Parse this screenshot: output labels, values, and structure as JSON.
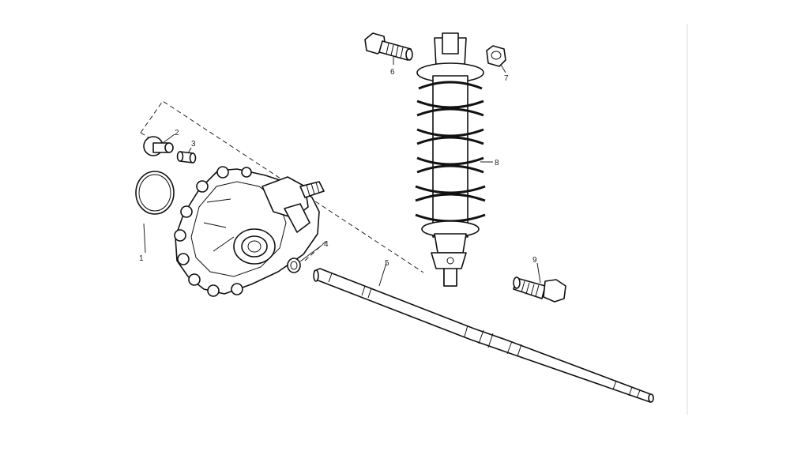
{
  "diagram": {
    "colors": {
      "line": "#111111",
      "background": "#ffffff",
      "page_edge": "#f0f0f0"
    },
    "callouts": [
      {
        "id": "1",
        "text": "1"
      },
      {
        "id": "2",
        "text": "2"
      },
      {
        "id": "3",
        "text": "3"
      },
      {
        "id": "4",
        "text": "4"
      },
      {
        "id": "5",
        "text": "5"
      },
      {
        "id": "6",
        "text": "6"
      },
      {
        "id": "7",
        "text": "7"
      },
      {
        "id": "8",
        "text": "8"
      },
      {
        "id": "9",
        "text": "9"
      }
    ]
  }
}
